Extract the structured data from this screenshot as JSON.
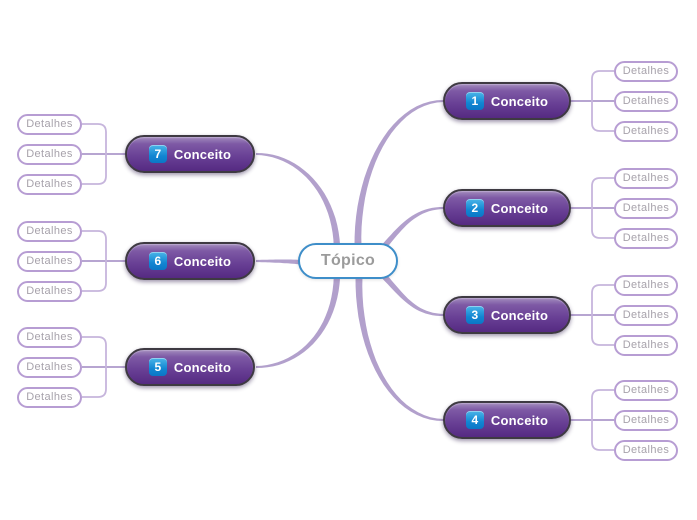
{
  "colors": {
    "branch": "#b2a0cc",
    "bracket": "#c6b5dc",
    "detail_link": "#b7a5d1",
    "concept_border": "#3e3a42",
    "concept_purple_top": "#a38cbe",
    "concept_purple_bottom": "#552a82",
    "badge_blue": "#1286d2",
    "center_border": "#3e8ec9",
    "detail_border": "#b79dd3"
  },
  "map": {
    "center": {
      "label": "Tópico"
    },
    "concepts": [
      {
        "number": "1",
        "label": "Conceito",
        "details": [
          "Detalhes",
          "Detalhes",
          "Detalhes"
        ]
      },
      {
        "number": "2",
        "label": "Conceito",
        "details": [
          "Detalhes",
          "Detalhes",
          "Detalhes"
        ]
      },
      {
        "number": "3",
        "label": "Conceito",
        "details": [
          "Detalhes",
          "Detalhes",
          "Detalhes"
        ]
      },
      {
        "number": "4",
        "label": "Conceito",
        "details": [
          "Detalhes",
          "Detalhes",
          "Detalhes"
        ]
      },
      {
        "number": "5",
        "label": "Conceito",
        "details": [
          "Detalhes",
          "Detalhes",
          "Detalhes"
        ]
      },
      {
        "number": "6",
        "label": "Conceito",
        "details": [
          "Detalhes",
          "Detalhes",
          "Detalhes"
        ]
      },
      {
        "number": "7",
        "label": "Conceito",
        "details": [
          "Detalhes",
          "Detalhes",
          "Detalhes"
        ]
      }
    ]
  }
}
